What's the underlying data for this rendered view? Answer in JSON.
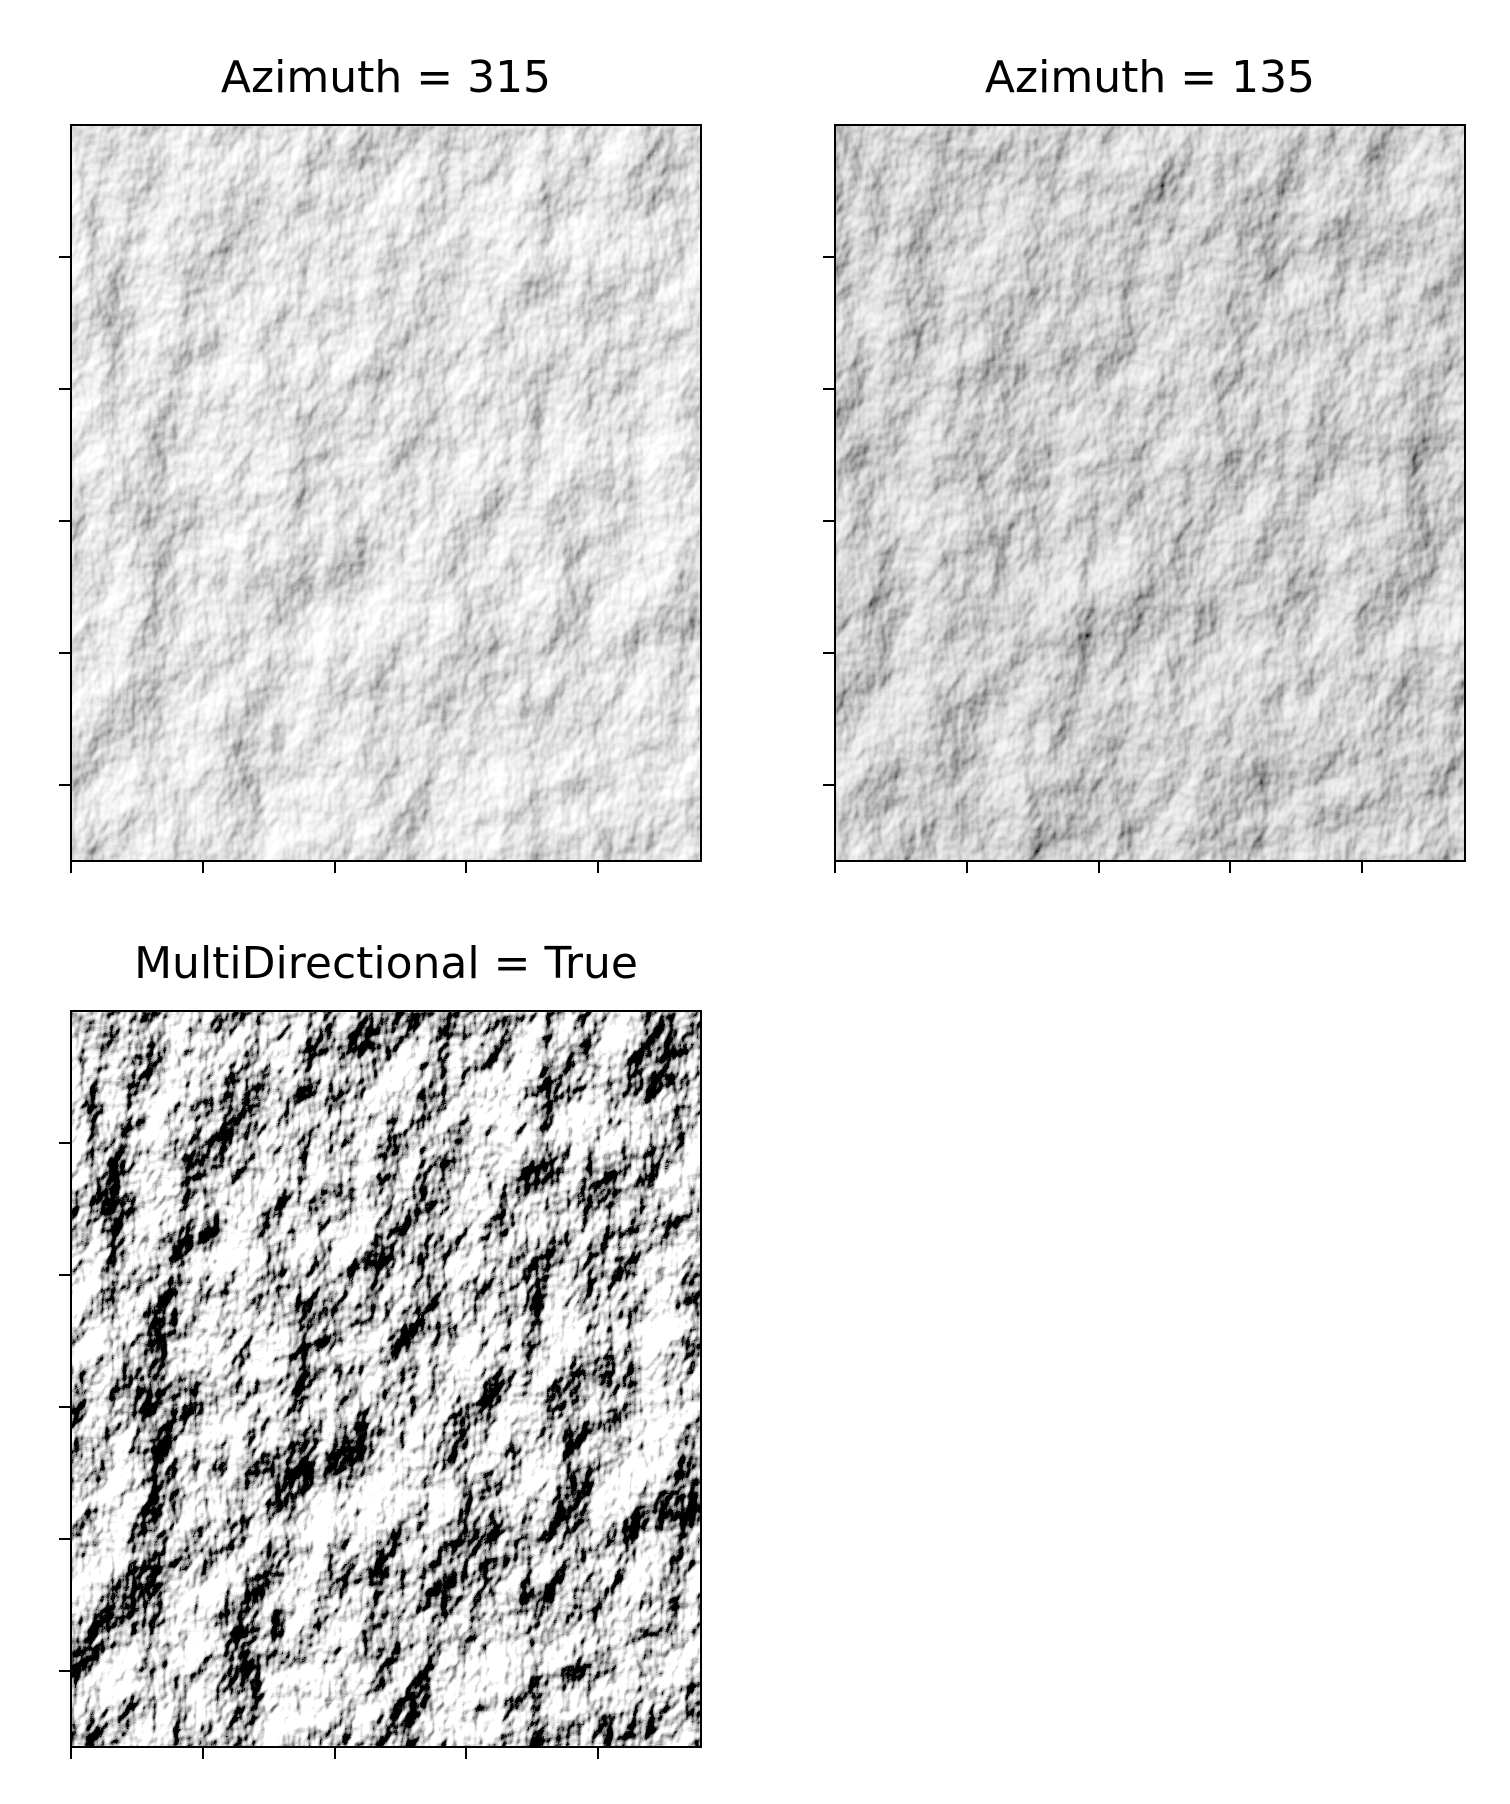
{
  "figure": {
    "panels": [
      {
        "id": "az315",
        "title": "Azimuth = 315",
        "shading": "azimuth-315"
      },
      {
        "id": "az135",
        "title": "Azimuth = 135",
        "shading": "azimuth-135"
      },
      {
        "id": "multi",
        "title": "MultiDirectional = True",
        "shading": "multidirectional"
      }
    ],
    "colormap": "gray",
    "tick_labels_shown": false,
    "x_tick_count": 5,
    "y_tick_count": 5
  }
}
